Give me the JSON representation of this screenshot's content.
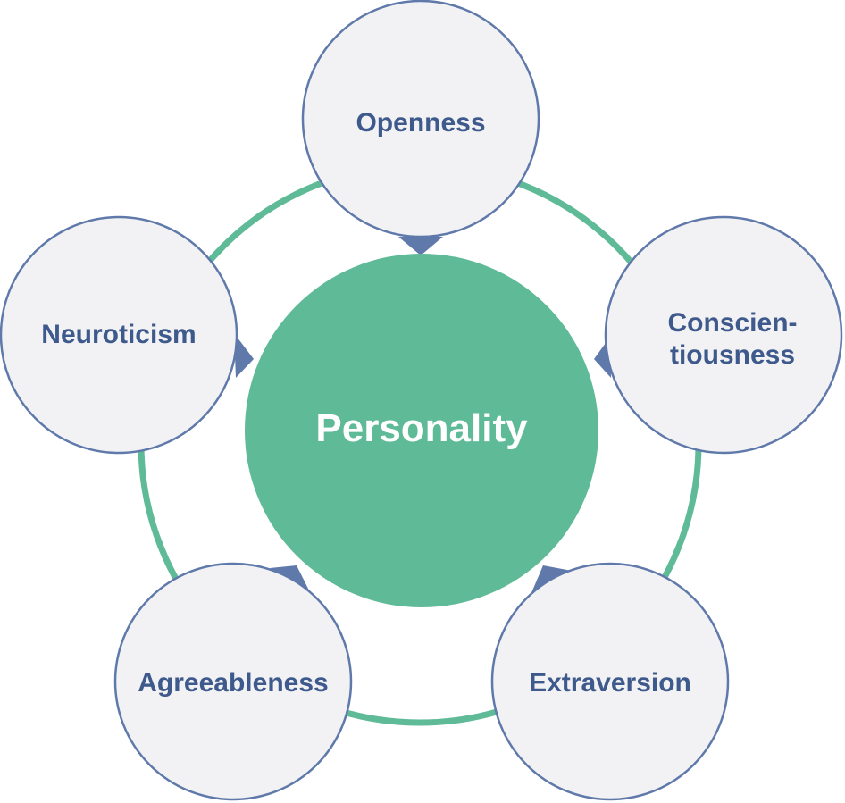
{
  "diagram": {
    "center": {
      "label": "Personality"
    },
    "traits": [
      {
        "label": "Openness"
      },
      {
        "label": "Conscien-\ntiousness"
      },
      {
        "label": "Extraversion"
      },
      {
        "label": "Agreeableness"
      },
      {
        "label": "Neuroticism"
      }
    ]
  },
  "colors": {
    "ring": "#5fba97",
    "center_fill": "#5fba97",
    "node_fill": "#f2f2f4",
    "node_stroke": "#5f79aa",
    "pointer": "#5f79aa",
    "label_text": "#3e5a8c",
    "center_text": "#ffffff"
  }
}
